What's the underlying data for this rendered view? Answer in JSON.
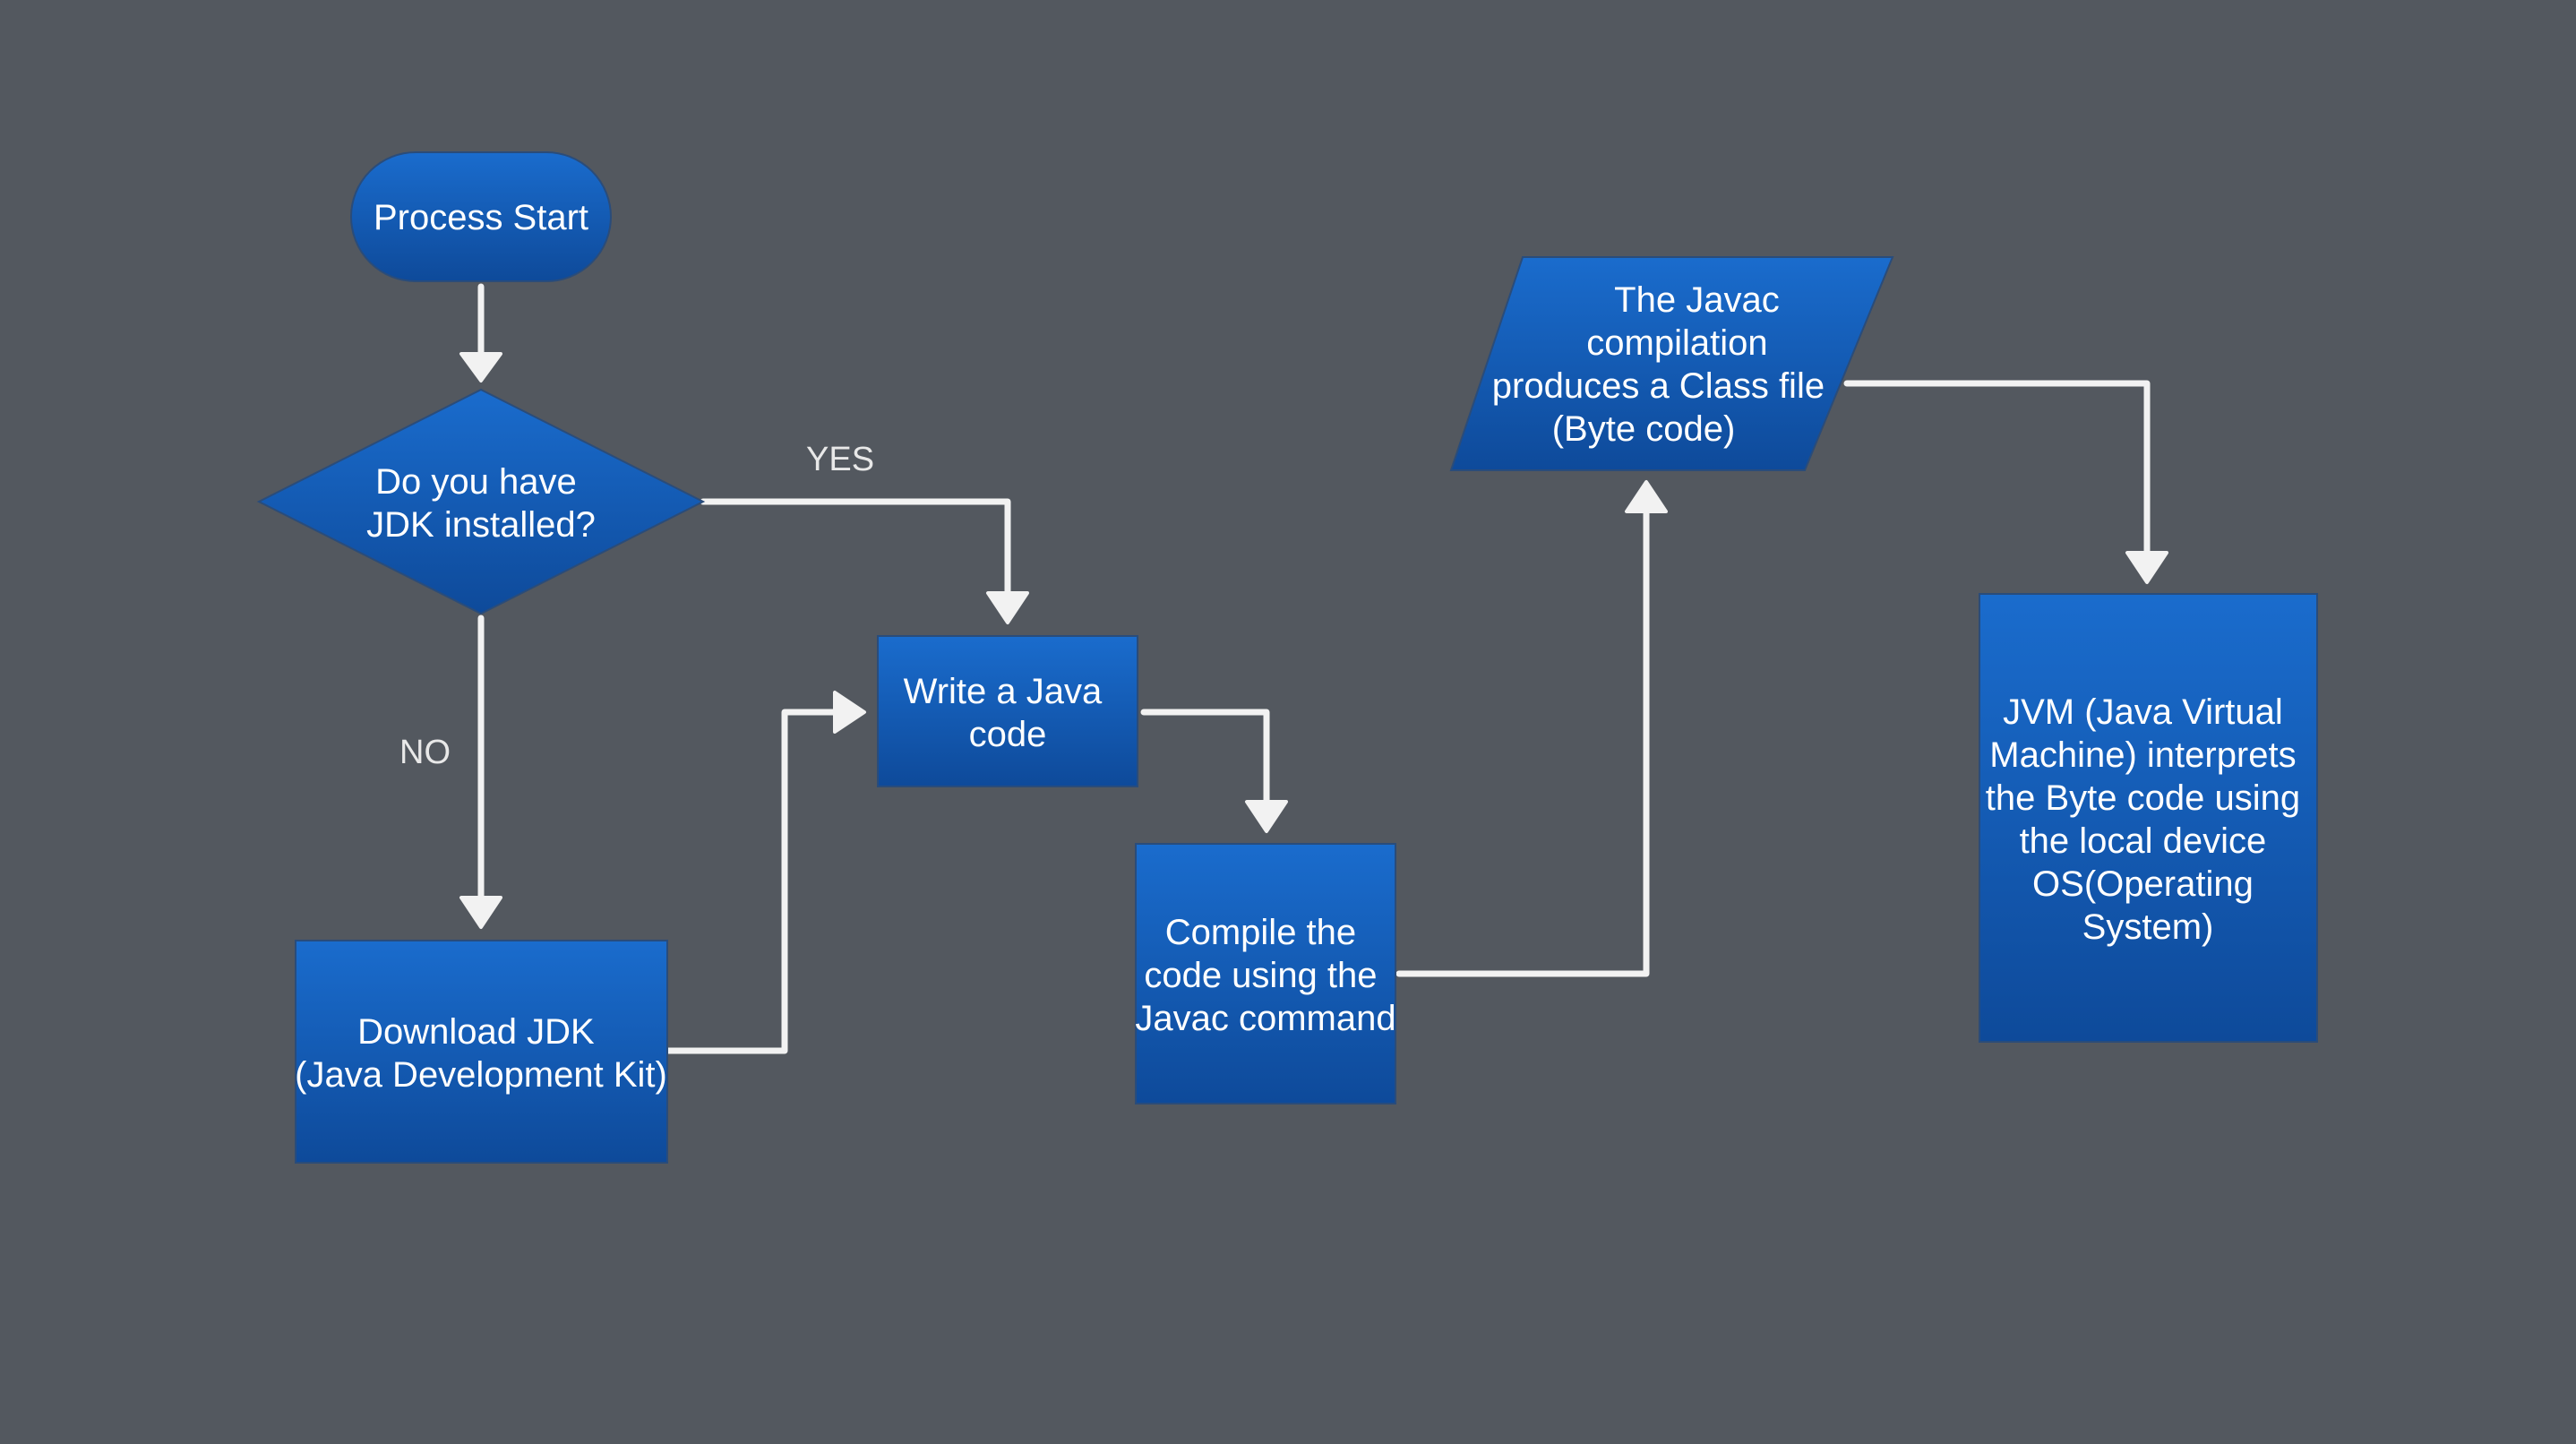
{
  "colors": {
    "background": "#53585f",
    "node_fill_top": "#1a6ccd",
    "node_fill_bottom": "#0e4a9a",
    "connector": "#f2f2f2",
    "text": "#ffffff"
  },
  "nodes": {
    "start": {
      "shape": "terminator",
      "lines": [
        "Process Start"
      ]
    },
    "decision": {
      "shape": "decision",
      "lines": [
        "Do you have",
        "JDK installed?"
      ]
    },
    "download": {
      "shape": "process",
      "lines": [
        "Download JDK",
        "(Java Development Kit)"
      ]
    },
    "write": {
      "shape": "process",
      "lines": [
        "Write a Java",
        "code"
      ]
    },
    "compile": {
      "shape": "process",
      "lines": [
        "Compile the",
        "code using the",
        "Javac command"
      ]
    },
    "bytecode": {
      "shape": "data",
      "lines": [
        "The Javac",
        "compilation",
        "produces a Class file",
        "(Byte code)"
      ]
    },
    "jvm": {
      "shape": "process",
      "lines": [
        "JVM (Java Virtual",
        "Machine) interprets",
        "the Byte code using",
        "the local device",
        "OS(Operating",
        "System)"
      ]
    }
  },
  "edges": {
    "yes_label": "YES",
    "no_label": "NO"
  }
}
